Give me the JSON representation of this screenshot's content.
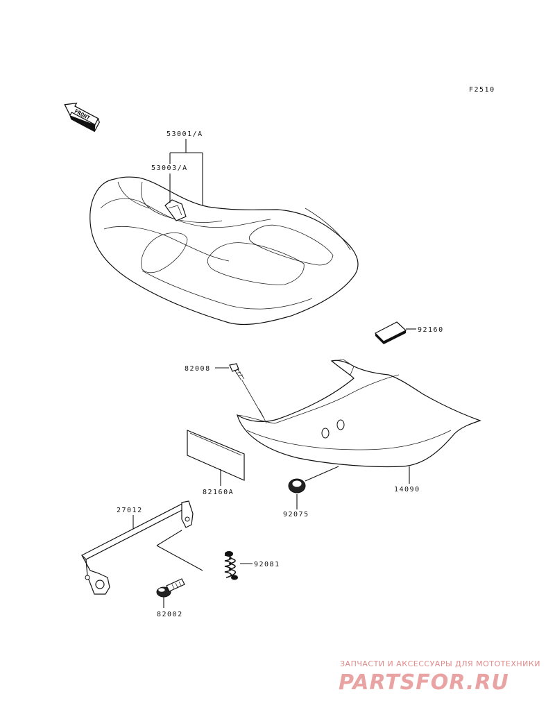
{
  "diagram_code": "F2510",
  "front_label": "FRONT",
  "parts": {
    "p53001": "53001/A",
    "p53003": "53003/A",
    "p92160": "92160",
    "p82008": "82008",
    "p14090": "14090",
    "p82160": "82160A",
    "p92075": "92075",
    "p27012": "27012",
    "p92081": "92081",
    "p82002": "82002"
  },
  "watermark": {
    "tagline": "ЗАПЧАСТИ И АКСЕССУАРЫ ДЛЯ МОТОТЕХНИКИ",
    "logo": "PARTSFOR.RU"
  },
  "colors": {
    "ink": "#111111",
    "watermark": "#e9a3a3"
  }
}
